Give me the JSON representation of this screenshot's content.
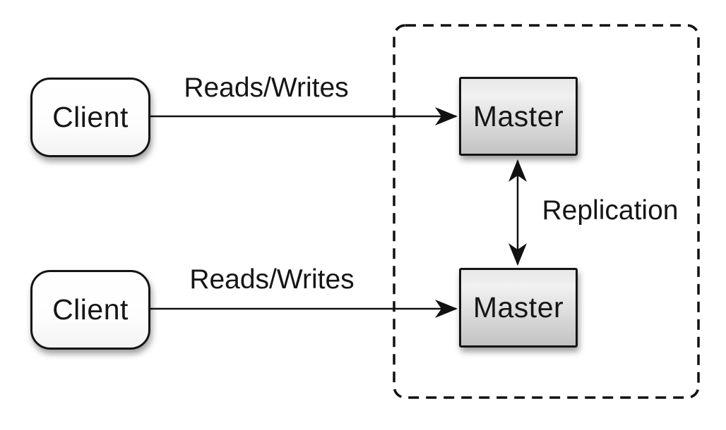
{
  "nodes": {
    "client_top": {
      "label": "Client"
    },
    "client_bottom": {
      "label": "Client"
    },
    "master_top": {
      "label": "Master"
    },
    "master_bottom": {
      "label": "Master"
    }
  },
  "edge_labels": {
    "reads_writes_top": "Reads/Writes",
    "reads_writes_bottom": "Reads/Writes",
    "replication": "Replication"
  },
  "colors": {
    "background": "#ffffff",
    "line": "#111111",
    "node_border": "#141414",
    "client_fill": "#ffffff",
    "master_gradient_top": "#e7e7e7",
    "master_gradient_bottom": "#c3c3c3",
    "text": "#161616"
  }
}
